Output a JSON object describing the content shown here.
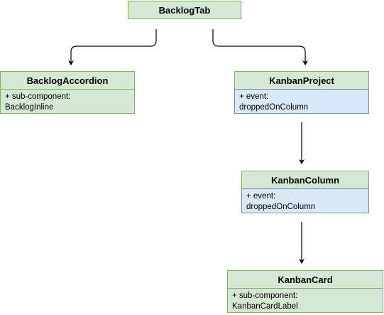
{
  "nodes": {
    "backlog_tab": {
      "title": "BacklogTab"
    },
    "backlog_accordion": {
      "title": "BacklogAccordion",
      "line1": "+ sub-component:",
      "line2": "BacklogInline",
      "fill": "#d5e8d4"
    },
    "kanban_project": {
      "title": "KanbanProject",
      "line1": "+ event:",
      "line2": "droppedOnColumn",
      "fill": "#dae8fc"
    },
    "kanban_column": {
      "title": "KanbanColumn",
      "line1": "+ event:",
      "line2": "droppedOnColumn",
      "fill": "#dae8fc"
    },
    "kanban_card": {
      "title": "KanbanCard",
      "line1": "+ sub-component:",
      "line2": "KanbanCardLabel",
      "fill": "#d5e8d4"
    }
  },
  "colors": {
    "header_fill": "#d5e8d4",
    "header_stroke": "#82b366",
    "event_fill": "#dae8fc",
    "event_stroke": "#6c8ebf",
    "edge": "#000000"
  }
}
